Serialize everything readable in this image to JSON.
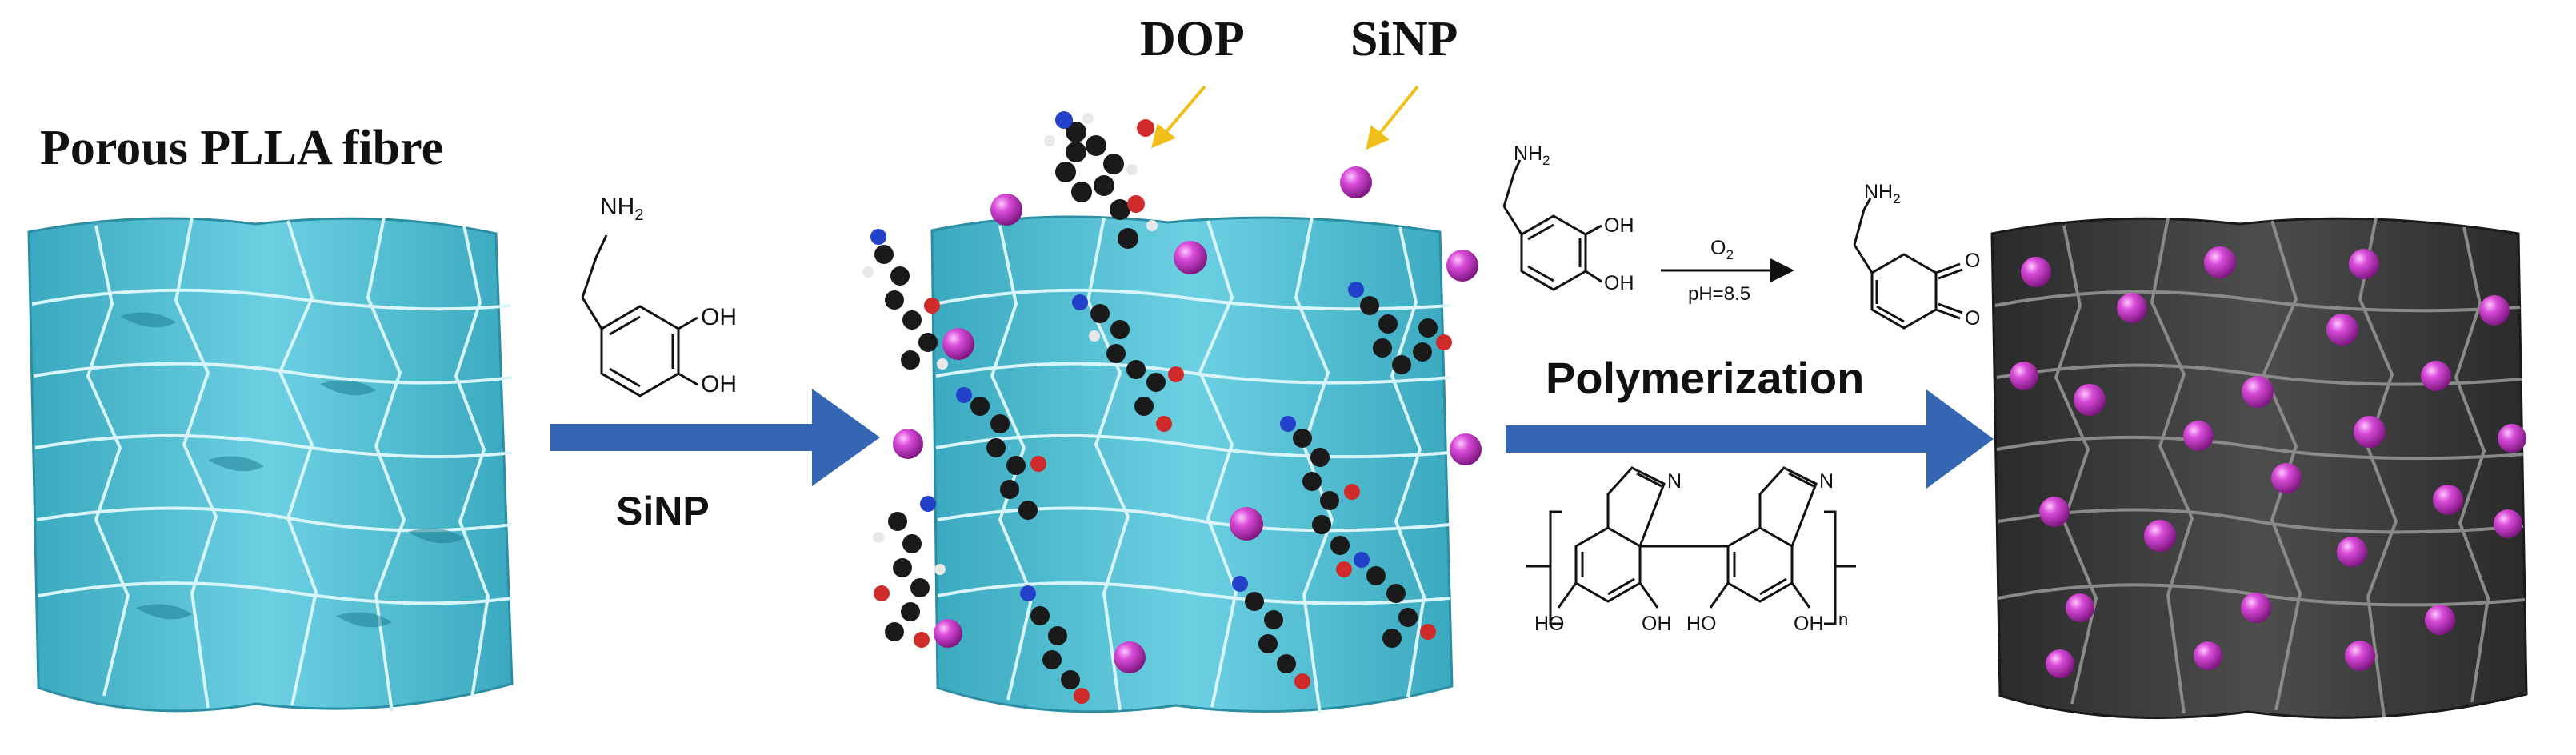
{
  "labels": {
    "title": "Porous PLLA fibre",
    "dop": "DOP",
    "sinp_top": "SiNP",
    "sinp_arrow": "SiNP",
    "polymerization": "Polymerization"
  },
  "chem": {
    "nh2": "NH",
    "nh2_sub": "2",
    "oh": "OH",
    "o": "O",
    "o2": "O",
    "o2_sub": "2",
    "ph": "pH=8.5",
    "n": "N",
    "ho": "HO",
    "n_sub": "n"
  },
  "colors": {
    "fibre": "#52bfd3",
    "fibre_dark": "#2b8ea3",
    "coated": "#3c3c3c",
    "coated_dark": "#1e1e1e",
    "sinp": "#c93ac9",
    "arrow": "#3466b4",
    "label_arrow": "#f0bf1a"
  }
}
